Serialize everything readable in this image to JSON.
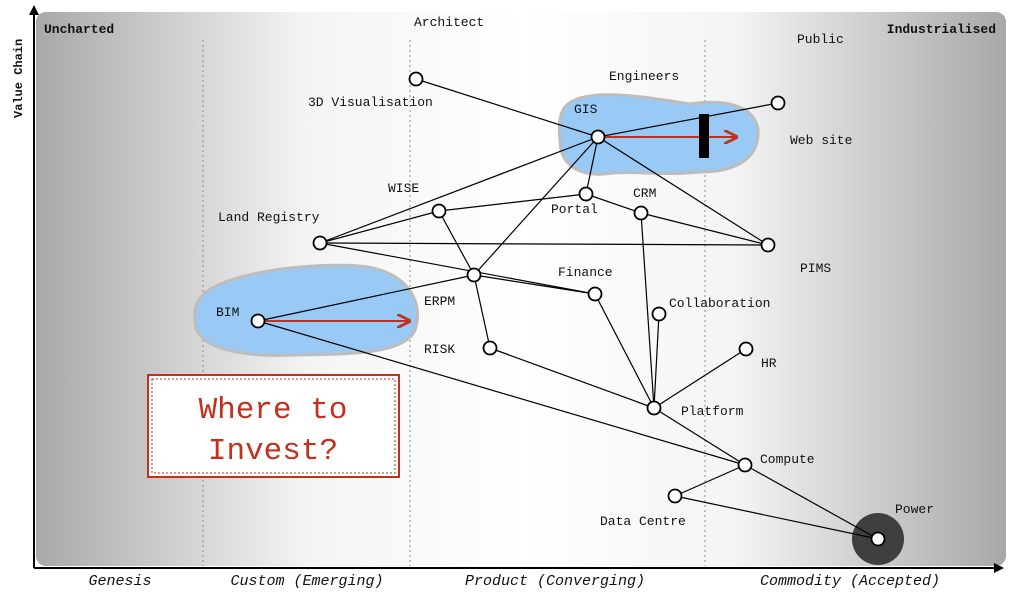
{
  "map": {
    "y_axis_label": "Value Chain",
    "corner_left": "Uncharted",
    "corner_right": "Industrialised",
    "stages": [
      "Genesis",
      "Custom (Emerging)",
      "Product (Converging)",
      "Commodity (Accepted)"
    ],
    "callout": [
      "Where to",
      "Invest?"
    ],
    "colors": {
      "cluster_fill": "#99c9f5",
      "cluster_stroke": "#bdbdbd",
      "arrow": "#c0311f",
      "callout_border": "#c0311f",
      "power_halo": "#3f3f3f"
    },
    "nodes": [
      {
        "id": "architect",
        "label": "Architect"
      },
      {
        "id": "visualisation",
        "label": "3D Visualisation"
      },
      {
        "id": "engineers",
        "label": "Engineers"
      },
      {
        "id": "public",
        "label": "Public"
      },
      {
        "id": "gis",
        "label": "GIS"
      },
      {
        "id": "website",
        "label": "Web site"
      },
      {
        "id": "wise",
        "label": "WISE"
      },
      {
        "id": "portal",
        "label": "Portal"
      },
      {
        "id": "crm",
        "label": "CRM"
      },
      {
        "id": "landregistry",
        "label": "Land Registry"
      },
      {
        "id": "pims",
        "label": "PIMS"
      },
      {
        "id": "finance",
        "label": "Finance"
      },
      {
        "id": "bim",
        "label": "BIM"
      },
      {
        "id": "erpm",
        "label": "ERPM"
      },
      {
        "id": "collaboration",
        "label": "Collaboration"
      },
      {
        "id": "risk",
        "label": "RISK"
      },
      {
        "id": "hr",
        "label": "HR"
      },
      {
        "id": "platform",
        "label": "Platform"
      },
      {
        "id": "compute",
        "label": "Compute"
      },
      {
        "id": "datacentre",
        "label": "Data Centre"
      },
      {
        "id": "power",
        "label": "Power"
      }
    ],
    "links": [
      [
        "architect",
        "gis"
      ],
      [
        "engineers",
        "gis"
      ],
      [
        "public",
        "gis"
      ],
      [
        "gis",
        "landregistry"
      ],
      [
        "gis",
        "portal"
      ],
      [
        "gis",
        "erpm"
      ],
      [
        "gis",
        "pims"
      ],
      [
        "landregistry",
        "wise"
      ],
      [
        "landregistry",
        "pims"
      ],
      [
        "landregistry",
        "finance"
      ],
      [
        "wise",
        "portal"
      ],
      [
        "portal",
        "crm"
      ],
      [
        "crm",
        "pims"
      ],
      [
        "wise",
        "erpm"
      ],
      [
        "erpm",
        "finance"
      ],
      [
        "erpm",
        "bim"
      ],
      [
        "erpm",
        "risk"
      ],
      [
        "risk",
        "platform"
      ],
      [
        "finance",
        "platform"
      ],
      [
        "crm",
        "platform"
      ],
      [
        "collaboration",
        "platform"
      ],
      [
        "hr",
        "platform"
      ],
      [
        "platform",
        "compute"
      ],
      [
        "bim",
        "compute"
      ],
      [
        "compute",
        "datacentre"
      ],
      [
        "compute",
        "power"
      ],
      [
        "datacentre",
        "power"
      ]
    ]
  }
}
